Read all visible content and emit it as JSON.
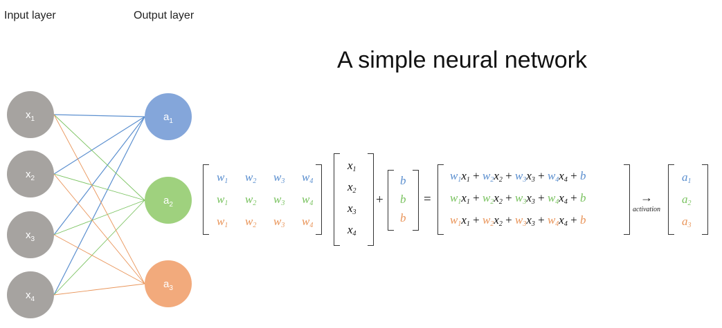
{
  "labels": {
    "input_layer": "Input layer",
    "output_layer": "Output layer",
    "title": "A simple neural network"
  },
  "colors": {
    "input_node": "#a6a3a0",
    "a1": "#84a6da",
    "a2": "#9fd17e",
    "a3": "#f2aa7c",
    "blue": "#5b8fcf",
    "green": "#79c25f",
    "orange": "#e9955a"
  },
  "inputs": [
    {
      "base": "x",
      "sub": "1"
    },
    {
      "base": "x",
      "sub": "2"
    },
    {
      "base": "x",
      "sub": "3"
    },
    {
      "base": "x",
      "sub": "4"
    }
  ],
  "outputs": [
    {
      "base": "a",
      "sub": "1"
    },
    {
      "base": "a",
      "sub": "2"
    },
    {
      "base": "a",
      "sub": "3"
    }
  ],
  "equation": {
    "plus": "+",
    "equals": "=",
    "arrow": "→",
    "activation": "activation",
    "weight_row": [
      "w1",
      "w2",
      "w3",
      "w4"
    ],
    "x_vector": [
      "x1",
      "x2",
      "x3",
      "x4"
    ],
    "bias": "b",
    "result_row": "w1x1 + w2x2 + w3x3 + w4x4 + b",
    "outputs": [
      "a1",
      "a2",
      "a3"
    ]
  }
}
